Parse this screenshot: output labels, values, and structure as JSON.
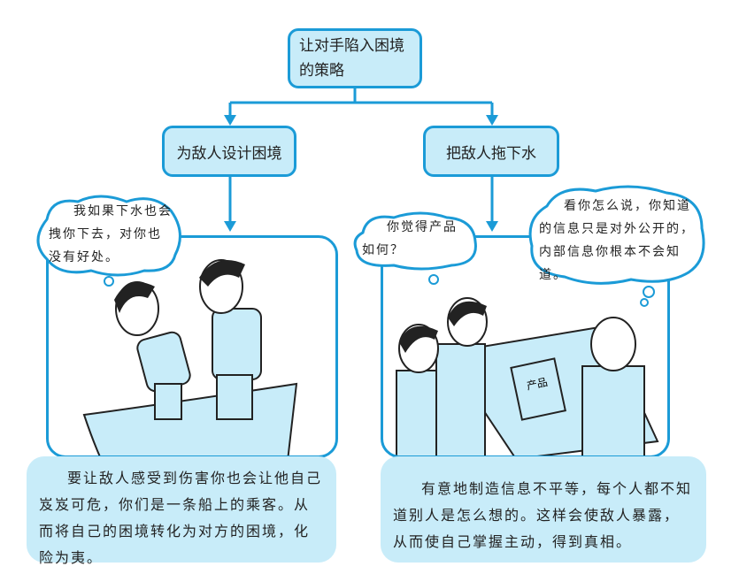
{
  "root": {
    "label": "让对手陷入困境的策略"
  },
  "branches": [
    {
      "label": "为敌人设计困境",
      "bubbles": [
        "我如果下水也会拽你下去，对你也没有好处。"
      ],
      "description": "要让敌人感受到伤害你也会让他自己岌岌可危，你们是一条船上的乘客。从而将自己的困境转化为对方的困境，化险为夷。"
    },
    {
      "label": "把敌人拖下水",
      "bubbles": [
        "你觉得产品如何？",
        "看你怎么说，你知道的信息只是对外公开的，内部信息你根本不会知道。"
      ],
      "description": "有意地制造信息不平等，每个人都不知道别人是怎么想的。这样会使敌人暴露，从而使自己掌握主动，得到真相。",
      "prop_label": "产品"
    }
  ],
  "colors": {
    "border": "#1b9bd7",
    "fill": "#c8ecf9"
  }
}
